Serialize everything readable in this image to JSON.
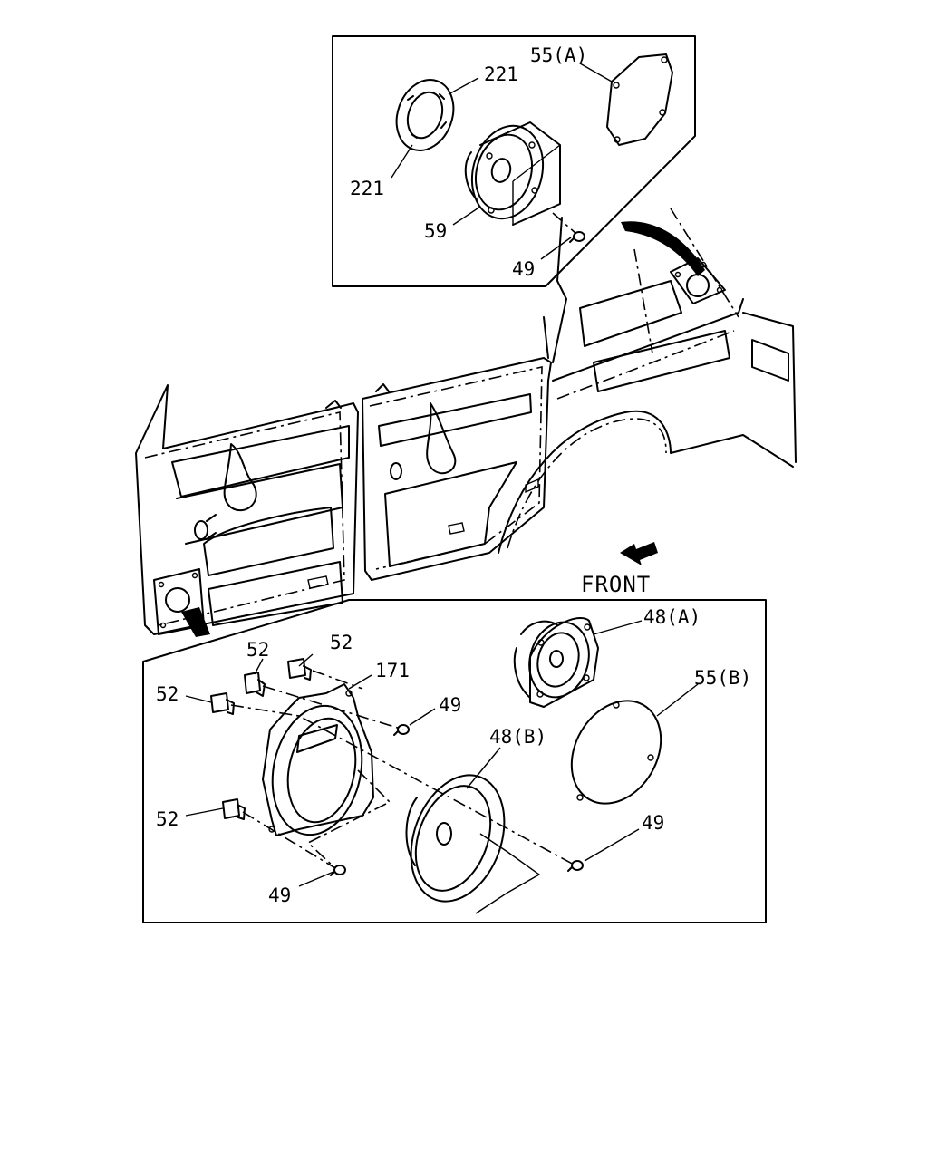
{
  "front_label": "FRONT",
  "callouts": {
    "top_55a": "55(A)",
    "top_221_upper": "221",
    "top_221_lower": "221",
    "top_59": "59",
    "top_49": "49",
    "bot_52_a": "52",
    "bot_52_b": "52",
    "bot_52_c": "52",
    "bot_52_d": "52",
    "bot_171": "171",
    "bot_49_a": "49",
    "bot_48a": "48(A)",
    "bot_55b": "55(B)",
    "bot_48b": "48(B)",
    "bot_49_b": "49",
    "bot_49_c": "49"
  }
}
